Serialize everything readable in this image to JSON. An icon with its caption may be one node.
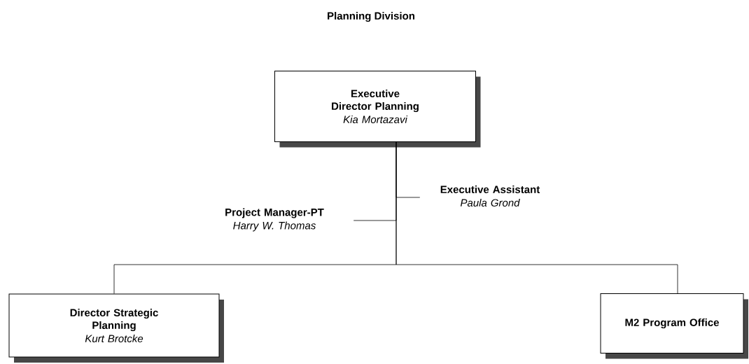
{
  "diagram": {
    "title": "Planning Division",
    "nodes": [
      {
        "text": [
          "Executive Director Planning",
          "Kia Mortazavi"
        ]
      },
      {
        "text": [
          "Executive Assistant",
          "Paula Grond"
        ]
      },
      {
        "text": [
          "Project Manager-PT",
          "Harry W. Thomas"
        ]
      },
      {
        "text": [
          "Director Strategic Planning",
          "Kurt Brotcke"
        ]
      },
      {
        "text": [
          "M2 Program Office"
        ]
      }
    ],
    "edges": [
      {
        "from": 0,
        "to": 1,
        "arrow": "none"
      },
      {
        "from": 0,
        "to": 2,
        "arrow": "none"
      },
      {
        "from": 0,
        "to": 3,
        "arrow": "none"
      },
      {
        "from": 0,
        "to": 4,
        "arrow": "none"
      }
    ]
  }
}
